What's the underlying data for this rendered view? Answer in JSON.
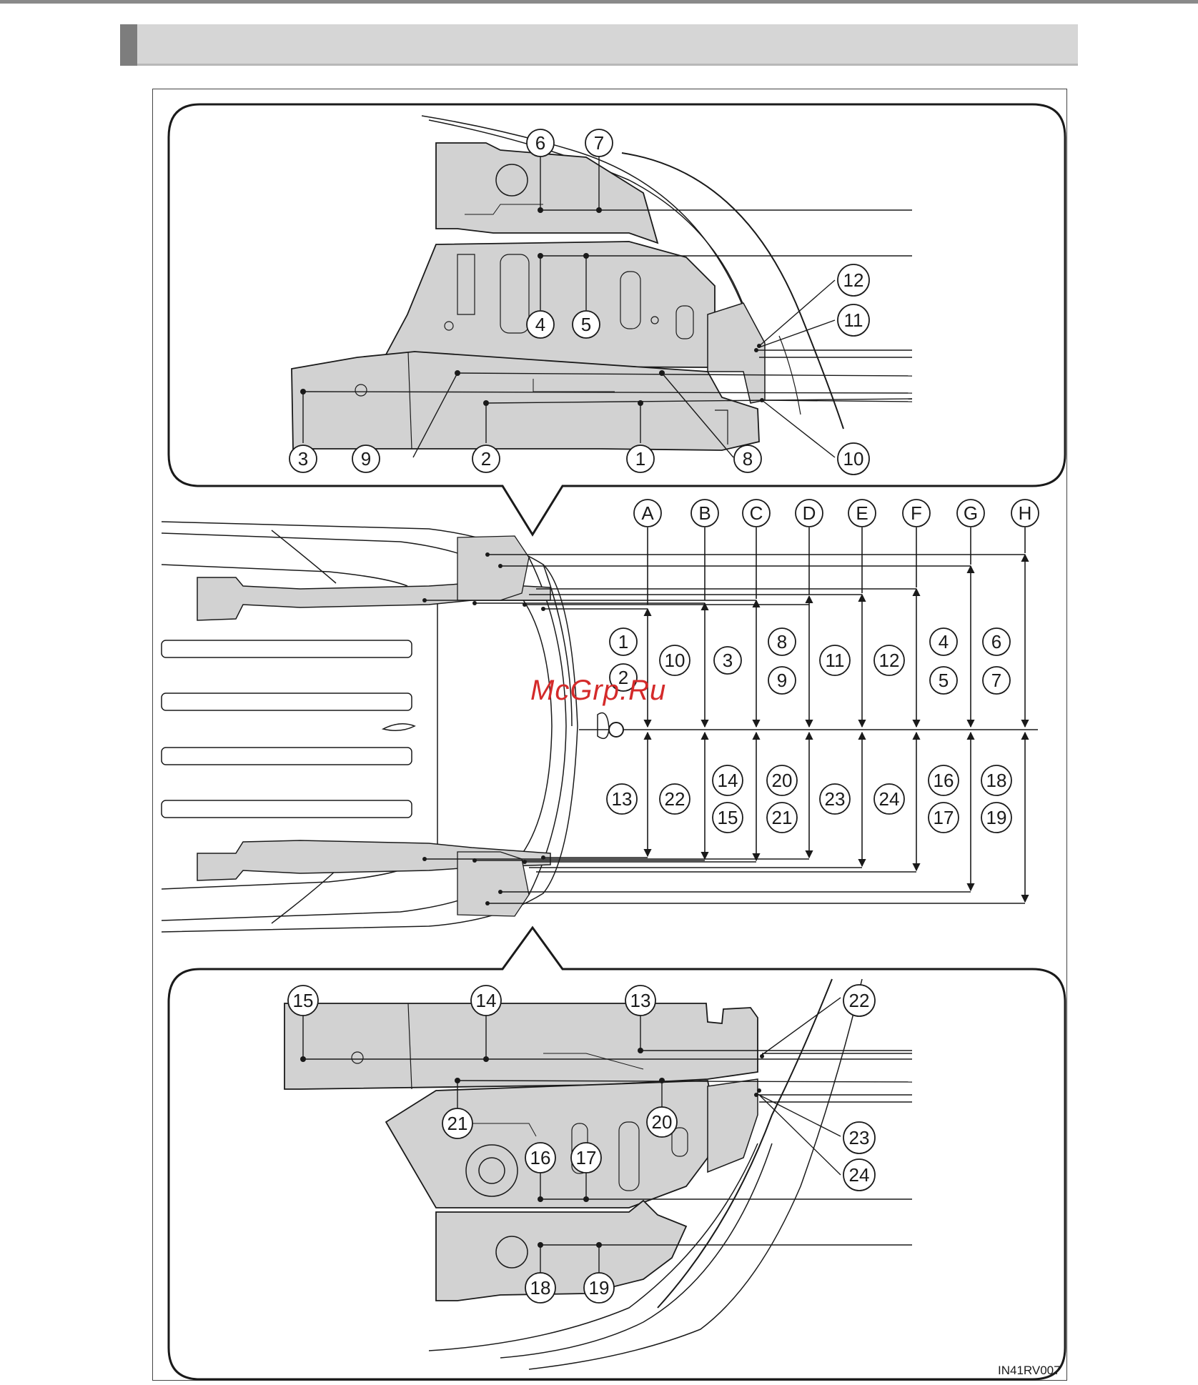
{
  "header": {
    "title": ""
  },
  "figure": {
    "code": "IN41RV007",
    "watermark": "McGrp.Ru"
  },
  "top_callouts": [
    "6",
    "7",
    "4",
    "5",
    "12",
    "11",
    "3",
    "9",
    "2",
    "1",
    "8",
    "10"
  ],
  "bottom_callouts": [
    "15",
    "14",
    "13",
    "22",
    "21",
    "20",
    "23",
    "24",
    "16",
    "17",
    "18",
    "19"
  ],
  "columns": [
    {
      "letter": "A",
      "upper": [
        "1",
        "2"
      ],
      "lower": [
        "13"
      ]
    },
    {
      "letter": "B",
      "upper": [
        "10"
      ],
      "lower": [
        "22"
      ]
    },
    {
      "letter": "C",
      "upper": [
        "3"
      ],
      "lower": [
        "14",
        "15"
      ]
    },
    {
      "letter": "D",
      "upper": [
        "8",
        "9"
      ],
      "lower": [
        "20",
        "21"
      ]
    },
    {
      "letter": "E",
      "upper": [
        "11"
      ],
      "lower": [
        "23"
      ]
    },
    {
      "letter": "F",
      "upper": [
        "12"
      ],
      "lower": [
        "24"
      ]
    },
    {
      "letter": "G",
      "upper": [
        "4",
        "5"
      ],
      "lower": [
        "16",
        "17"
      ]
    },
    {
      "letter": "H",
      "upper": [
        "6",
        "7"
      ],
      "lower": [
        "18",
        "19"
      ]
    }
  ],
  "colors": {
    "part_fill": "#d2d2d2",
    "line": "#1a1a1a",
    "header_bg": "#d6d6d6",
    "watermark": "#d42a2a"
  }
}
